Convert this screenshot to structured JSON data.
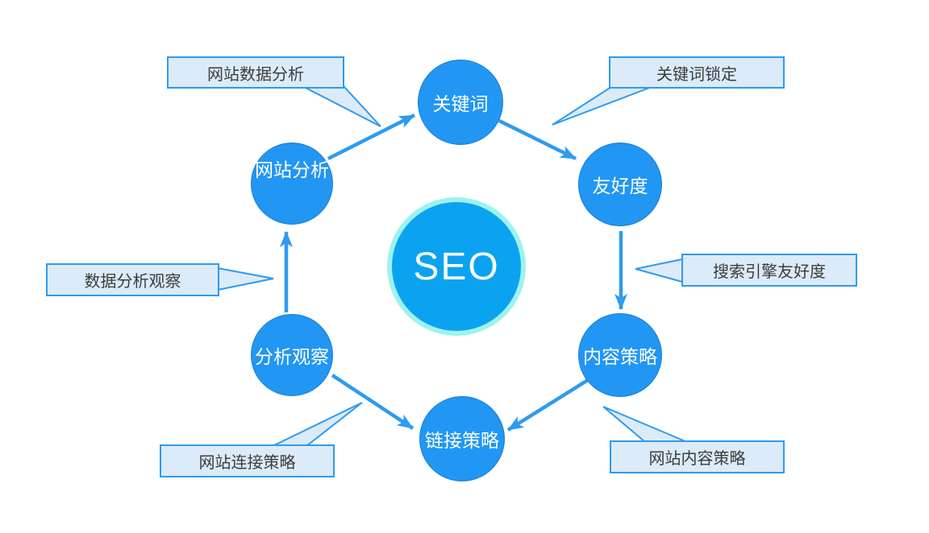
{
  "diagram": {
    "title": "SEO process diagram",
    "center": {
      "label": "SEO"
    },
    "nodes": [
      {
        "id": "keywords",
        "label": "关键词"
      },
      {
        "id": "friendliness",
        "label": "友好度"
      },
      {
        "id": "content-strategy",
        "label": "内容策略"
      },
      {
        "id": "link-strategy",
        "label": "链接策略"
      },
      {
        "id": "analysis-observation",
        "label": "分析观察"
      },
      {
        "id": "site-analysis",
        "label": "网站分析"
      }
    ],
    "callouts": [
      {
        "id": "site-data-analysis",
        "label": "网站数据分析",
        "points_to": "site-analysis→keywords"
      },
      {
        "id": "keyword-locking",
        "label": "关键词锁定",
        "points_to": "keywords→friendliness"
      },
      {
        "id": "search-engine-friendliness",
        "label": "搜索引擎友好度",
        "points_to": "friendliness→content-strategy"
      },
      {
        "id": "site-content-strategy",
        "label": "网站内容策略",
        "points_to": "content-strategy→link-strategy"
      },
      {
        "id": "site-link-strategy",
        "label": "网站连接策略",
        "points_to": "analysis-observation→link-strategy"
      },
      {
        "id": "data-analysis-observation",
        "label": "数据分析观察",
        "points_to": "analysis-observation→site-analysis"
      }
    ],
    "edges": [
      {
        "from": "site-analysis",
        "to": "keywords"
      },
      {
        "from": "keywords",
        "to": "friendliness"
      },
      {
        "from": "friendliness",
        "to": "content-strategy"
      },
      {
        "from": "content-strategy",
        "to": "link-strategy"
      },
      {
        "from": "analysis-observation",
        "to": "link-strategy"
      },
      {
        "from": "analysis-observation",
        "to": "site-analysis"
      }
    ]
  },
  "colors": {
    "node-fill": "#2196F3",
    "node-border": "#1A7FD4",
    "center-fill": "#0BA3EF",
    "center-ring": "#9CF3EE",
    "arrow": "#2E9BF0",
    "callout-fill": "#DCEBF9",
    "callout-border": "#2E9BF0",
    "callout-text": "#3C3C3C",
    "label-text": "#FFFFFF"
  }
}
